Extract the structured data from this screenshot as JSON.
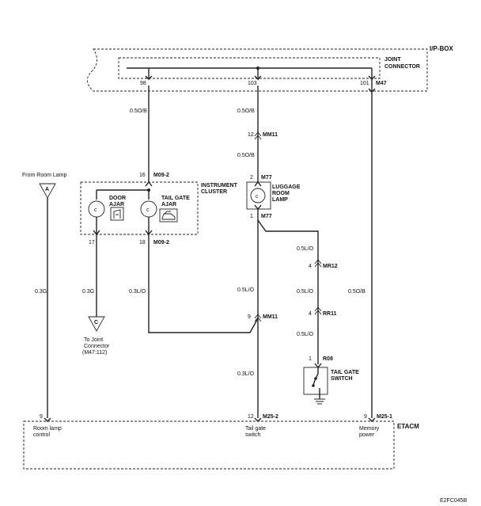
{
  "boxes": {
    "ip_box": "I/P-BOX",
    "joint_connector": [
      "JOINT",
      "CONNECTOR"
    ],
    "instrument_cluster": [
      "INSTRUMENT",
      "CLUSTER"
    ],
    "etacm": "ETACM",
    "luggage_room_lamp": [
      "LUGGAGE",
      "ROOM",
      "LAMP"
    ],
    "tail_gate_switch": [
      "TAIL GATE",
      "SWITCH"
    ],
    "door_ajar": [
      "DOOR",
      "AJAR"
    ],
    "tail_gate_ajar": [
      "TAIL GATE",
      "AJAR"
    ]
  },
  "pins": {
    "p98": "98",
    "p103": "103",
    "p101": "101",
    "p16": "16",
    "p2": "2",
    "p1": "1",
    "p17": "17",
    "p18": "18",
    "p12a": "12",
    "p9": "9",
    "p4a": "4",
    "p4b": "4",
    "p1b": "1",
    "p9b": "9",
    "p12b": "12",
    "p9c": "9"
  },
  "connectors": {
    "m47": "M47",
    "mm11a": "MM11",
    "m092a": "M09-2",
    "m77a": "M77",
    "m77b": "M77",
    "m092b": "M09-2",
    "mr12": "MR12",
    "mm11b": "MM11",
    "rr11": "RR11",
    "r08": "R08",
    "m252": "M25-2",
    "m251": "M25-1"
  },
  "wires": {
    "w1": "0.5O/B",
    "w2": "0.5O/B",
    "w3": "0.5O/B",
    "w4": "0.5L/O",
    "w5": "0.3G",
    "w6": "0.3G",
    "w7": "0.3L/O",
    "w8": "0.5L/O",
    "w9": "0.5L/O",
    "w10": "0.5L/O",
    "w11": "0.3L/O",
    "w12": "0.5O/B"
  },
  "offpage": {
    "a_label": "From Room Lamp",
    "a_letter": "A",
    "c_letter": "C",
    "c_text": [
      "To Joint",
      "Connector",
      "(M47:112)"
    ]
  },
  "etacm_terms": {
    "room": [
      "Room lamp",
      "control"
    ],
    "tail": [
      "Tail gate",
      "switch"
    ],
    "mem": [
      "Memory",
      "power"
    ]
  },
  "figure_code": "E2FC045B"
}
